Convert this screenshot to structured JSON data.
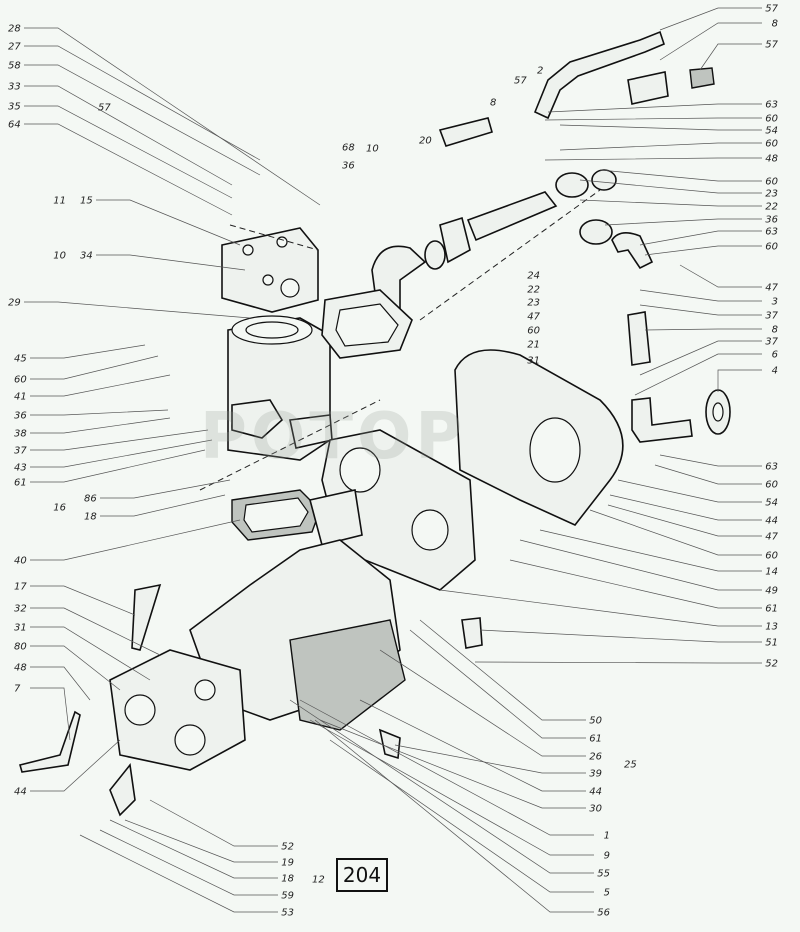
{
  "figure_number": "204",
  "watermark": "РОТОР",
  "labels": {
    "left": [
      "28",
      "27",
      "58",
      "33",
      "35",
      "64",
      "15",
      "34",
      "29",
      "45",
      "60",
      "41",
      "36",
      "38",
      "37",
      "43",
      "61",
      "86",
      "18",
      "40",
      "17",
      "32",
      "31",
      "80",
      "48",
      "7",
      "44"
    ],
    "left_groups": [
      "11",
      "10",
      "16"
    ],
    "bottom": [
      "52",
      "19",
      "18",
      "59",
      "53"
    ],
    "bottom_group": "12",
    "right": [
      "57",
      "8",
      "57",
      "63",
      "60",
      "54",
      "60",
      "48",
      "60",
      "23",
      "22",
      "36",
      "63",
      "60",
      "47",
      "3",
      "37",
      "8",
      "37",
      "6",
      "4",
      "63",
      "60",
      "54",
      "44",
      "47",
      "60",
      "14",
      "49",
      "61",
      "13",
      "51",
      "52",
      "50",
      "61",
      "26",
      "39",
      "44",
      "30",
      "1",
      "9",
      "55",
      "5",
      "56"
    ],
    "right_group": "25",
    "middle": [
      "57",
      "8",
      "57",
      "2",
      "20",
      "68",
      "36",
      "10",
      "24",
      "22",
      "23",
      "47",
      "60",
      "21",
      "31"
    ]
  }
}
